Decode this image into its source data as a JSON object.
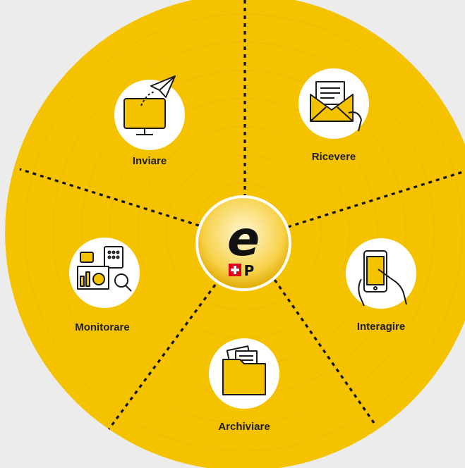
{
  "diagram": {
    "center_logo": {
      "letter": "e",
      "brand_mark": "P",
      "brand": "Swiss Post ePost"
    },
    "segments": [
      {
        "label": "Inviare",
        "icon": "send-computer-icon"
      },
      {
        "label": "Ricevere",
        "icon": "receive-envelope-icon"
      },
      {
        "label": "Interagire",
        "icon": "smartphone-touch-icon"
      },
      {
        "label": "Archiviare",
        "icon": "folder-archive-icon"
      },
      {
        "label": "Monitorare",
        "icon": "monitor-dashboard-icon"
      }
    ],
    "colors": {
      "wheel": "#f5c200",
      "wheel_line": "#e8b500",
      "divider": "#111111",
      "icon_circle": "#ffffff",
      "icon_accent": "#f5c200",
      "brand_red": "#e2001a",
      "background": "#ececec"
    }
  }
}
